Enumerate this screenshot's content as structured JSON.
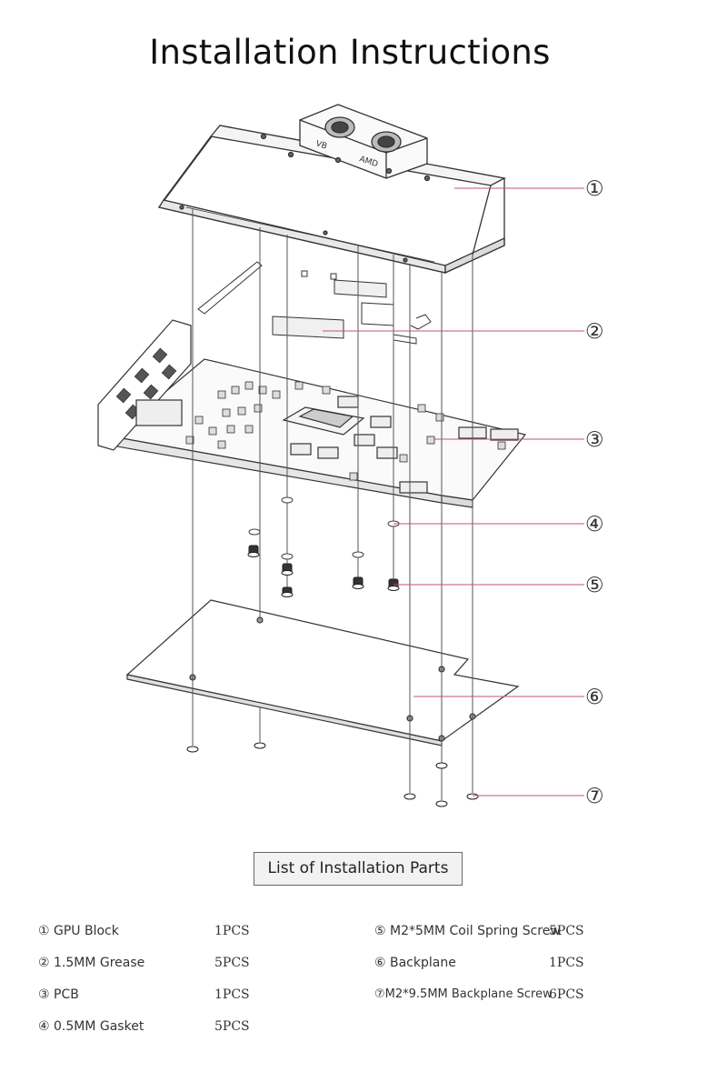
{
  "title": "Installation Instructions",
  "callouts": [
    "①",
    "②",
    "③",
    "④",
    "⑤",
    "⑥",
    "⑦"
  ],
  "block_labels": [
    "VB",
    "AMD"
  ],
  "parts_header": "List of Installation Parts",
  "parts": [
    {
      "label": "① GPU Block",
      "qty": "1PCS"
    },
    {
      "label": "② 1.5MM Grease",
      "qty": "5PCS"
    },
    {
      "label": "③ PCB",
      "qty": "1PCS"
    },
    {
      "label": "④ 0.5MM Gasket",
      "qty": "5PCS"
    },
    {
      "label": "⑤ M2*5MM Coil Spring Screw",
      "qty": "5PCS"
    },
    {
      "label": "⑥ Backplane",
      "qty": "1PCS"
    },
    {
      "label": "⑦M2*9.5MM Backplane Screw",
      "qty": "6PCS"
    }
  ],
  "colors": {
    "leader": "#c0508a",
    "line": "#333333"
  }
}
